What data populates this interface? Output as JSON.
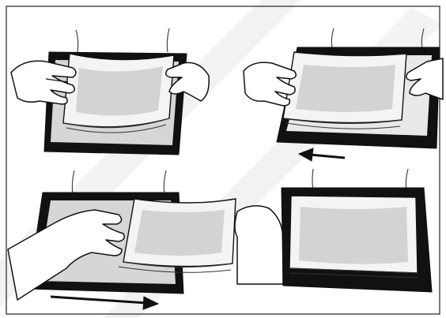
{
  "panels": [
    {
      "name": "step-1-peel-sheet"
    },
    {
      "name": "step-2-align-sheet"
    },
    {
      "name": "step-3-slide-sheet"
    },
    {
      "name": "step-4-sheet-placed"
    }
  ],
  "arrows": {
    "step_2": "left",
    "step_3": "right"
  }
}
